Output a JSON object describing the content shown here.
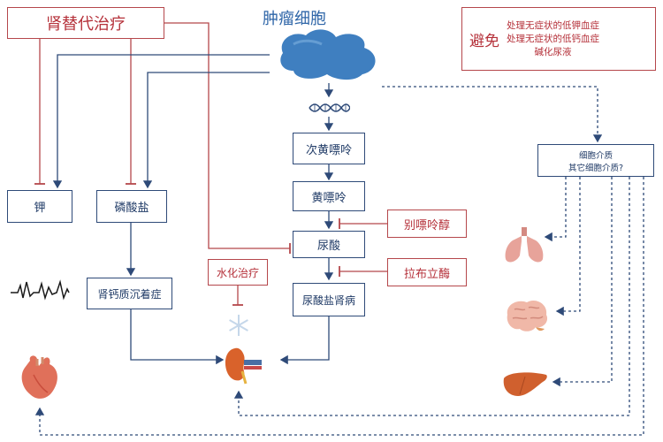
{
  "title": {
    "tumor": "肿瘤细胞"
  },
  "red_boxes": {
    "renal_replacement": "肾替代治疗",
    "avoid": "避免",
    "avoid_items": [
      "处理无症状的低钾血症",
      "处理无症状的低钙血症",
      "碱化尿液"
    ],
    "hydration": "水化治疗",
    "allopurinol": "别嘌呤醇",
    "rasburicase": "拉布立酶"
  },
  "blue_boxes": {
    "hypoxanthine": "次黄嘌呤",
    "xanthine": "黄嘌呤",
    "uric_acid": "尿酸",
    "urate_nephropathy": "尿酸盐肾病",
    "potassium": "钾",
    "phosphate": "磷酸盐",
    "nephrocalcinosis": "肾钙质沉着症",
    "cytokines": [
      "细胞介质",
      "其它细胞介质?"
    ]
  },
  "icons": [
    "tumor-cell-icon",
    "dna-icon",
    "ecg-icon",
    "heart-icon",
    "kidney-icon",
    "snowflake-icon",
    "lungs-icon",
    "brain-icon",
    "liver-icon"
  ],
  "colors": {
    "blue": "#2e4a78",
    "red": "#b5474b",
    "tumor": "#3f7fc0"
  }
}
